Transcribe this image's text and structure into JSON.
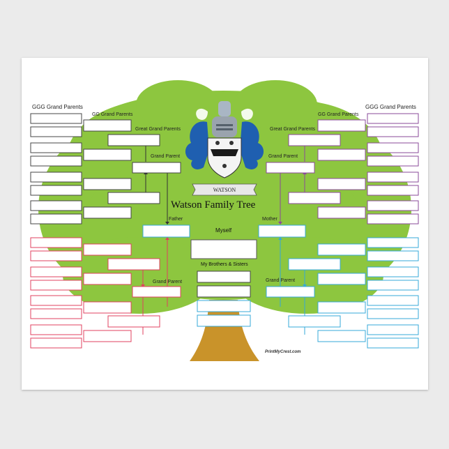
{
  "title": "Watson Family Tree",
  "crest_name": "WATSON",
  "labels": {
    "ggg_left": "GGG Grand Parents",
    "ggg_right": "GGG Grand Parents",
    "gg_left": "GG Grand Parents",
    "gg_right": "GG Grand Parents",
    "great_left": "Great Grand Parents",
    "great_right": "Great Grand Parents",
    "grand_top_left": "Grand Parent",
    "grand_top_right": "Grand Parent",
    "grand_bottom_left": "Grand  Parent",
    "grand_bottom_right": "Grand Parent",
    "father": "Father",
    "mother": "Mother",
    "myself": "Myself",
    "siblings": "My Brothers & Sisters"
  },
  "credit": "PrintMyCrest.com",
  "colors": {
    "background": "#ebebeb",
    "tree_green": "#8dc63f",
    "trunk": "#c9932a",
    "paternal_grandfather_branch": "#333333",
    "paternal_grandmother_branch": "#e0405f",
    "maternal_grandfather_branch": "#8a4a9a",
    "maternal_grandmother_branch": "#35a8d8",
    "crest_blue": "#1f5fb0"
  }
}
